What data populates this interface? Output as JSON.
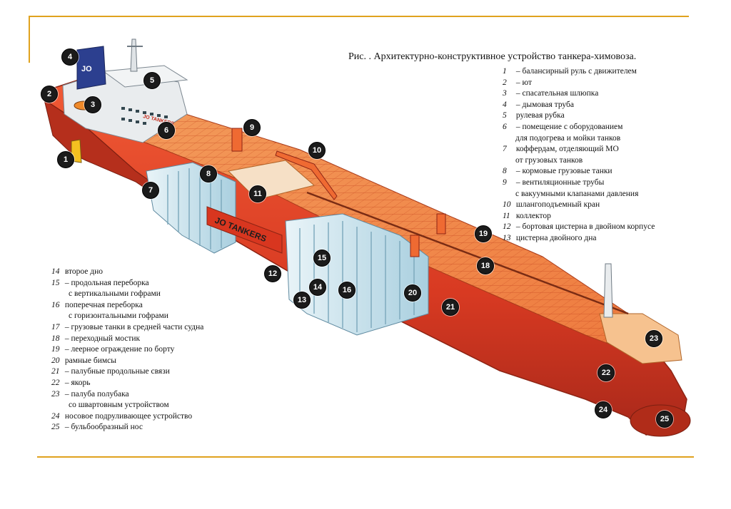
{
  "caption": "Рис. . Архитектурно-конструктивное устройство танкера-химовоза.",
  "hull_text": "JO TANKERS",
  "funnel_logo": "JO",
  "superstructure_text": "JO TANKERS",
  "colors": {
    "hull": "#e5472a",
    "deck": "#f07a3c",
    "tank_interior": "#cfe6f0",
    "rule": "#e0a21e",
    "funnel": "#2c3f8f",
    "badge": "#1b1b1b"
  },
  "legend_right": [
    {
      "num": "1",
      "text": "– балансирный руль с движителем"
    },
    {
      "num": "2",
      "text": "– ют"
    },
    {
      "num": "3",
      "text": "– спасательная шлюпка"
    },
    {
      "num": "4",
      "text": "– дымовая труба"
    },
    {
      "num": "5",
      "text": "рулевая рубка"
    },
    {
      "num": "6",
      "text": "– помещение с оборудованием",
      "cont": "для подогрева и мойки танков"
    },
    {
      "num": "7",
      "text": "коффердам, отделяющий МО",
      "cont": "от грузовых танков"
    },
    {
      "num": "8",
      "text": "– кормовые грузовые танки"
    },
    {
      "num": "9",
      "text": "– вентиляционные трубы",
      "cont": "с вакуумными клапанами давления"
    },
    {
      "num": "10",
      "text": "шлангоподъемный кран"
    },
    {
      "num": "11",
      "text": "коллектор"
    },
    {
      "num": "12",
      "text": "– бортовая цистерна в двойном корпусе"
    },
    {
      "num": "13",
      "text": "цистерна двойного дна"
    }
  ],
  "legend_left": [
    {
      "num": "14",
      "text": "второе дно"
    },
    {
      "num": "15",
      "text": "– продольная переборка",
      "cont": "с вертикальными гофрами"
    },
    {
      "num": "16",
      "text": "поперечная переборка",
      "cont": "с горизонтальными гофрами"
    },
    {
      "num": "17",
      "text": "– грузовые танки в средней части судна"
    },
    {
      "num": "18",
      "text": "– переходный мостик"
    },
    {
      "num": "19",
      "text": "– леерное ограждение по борту"
    },
    {
      "num": "20",
      "text": "рамные бимсы"
    },
    {
      "num": "21",
      "text": "– палубные продольные связи"
    },
    {
      "num": "22",
      "text": "– якорь"
    },
    {
      "num": "23",
      "text": "– палуба полубака",
      "cont": "со швартовным устройством"
    },
    {
      "num": "24",
      "text": "носовое подруливающее устройство"
    },
    {
      "num": "25",
      "text": "– бульбообразный нос"
    }
  ],
  "badges": [
    "1",
    "2",
    "3",
    "4",
    "5",
    "6",
    "7",
    "8",
    "9",
    "10",
    "11",
    "12",
    "13",
    "14",
    "15",
    "16",
    "18",
    "19",
    "20",
    "21",
    "22",
    "23",
    "24",
    "25"
  ]
}
